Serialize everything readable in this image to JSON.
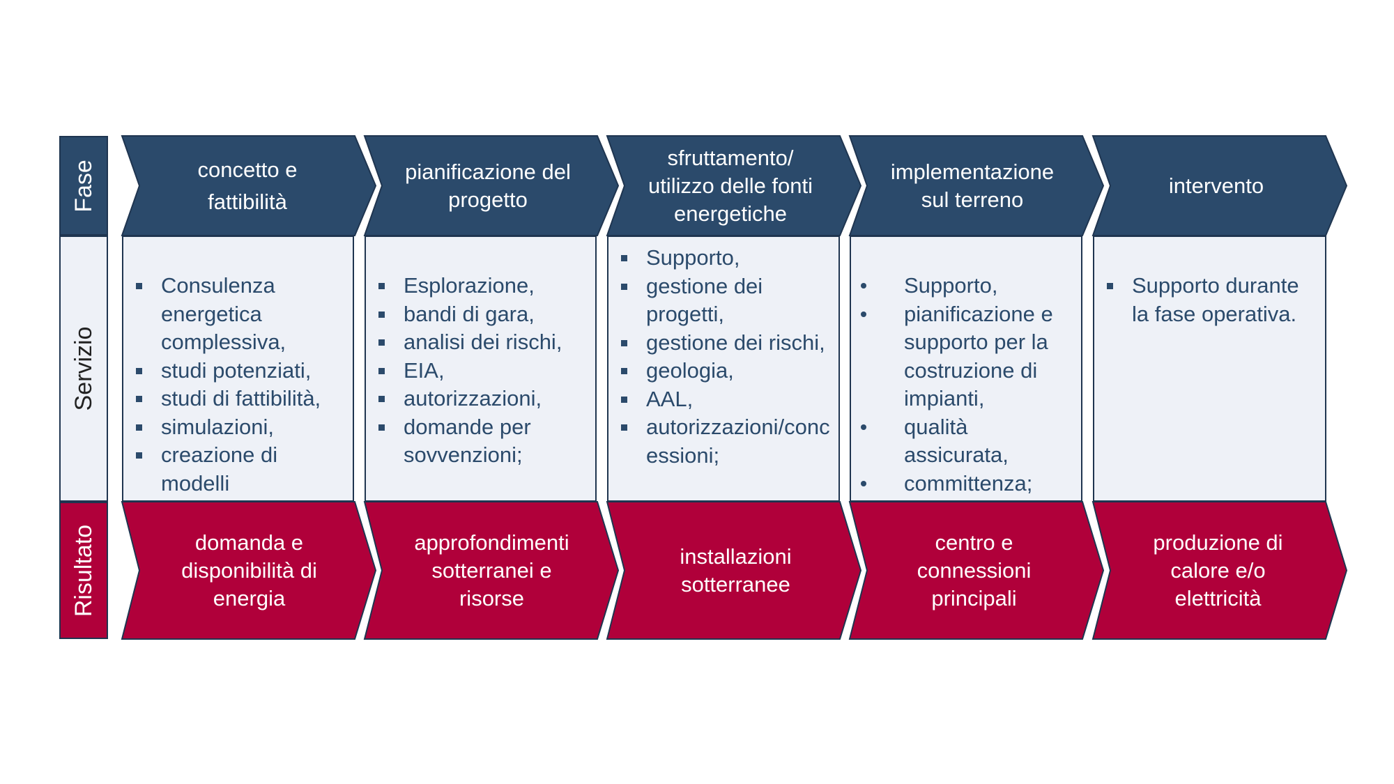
{
  "row_labels": {
    "fase": "Fase",
    "servizio": "Servizio",
    "risultato": "Risultato"
  },
  "phases": [
    {
      "fase_lines": [
        "concetto e",
        "fattibilità"
      ],
      "servizio_items": [
        "Consulenza energetica complessiva,",
        "studi potenziati,",
        "studi di fattibilità,",
        "simulazioni,",
        "creazione di modelli"
      ],
      "risultato_lines": [
        "domanda e",
        "disponibilità di",
        "energia"
      ]
    },
    {
      "fase_lines": [
        "pianificazione del",
        "progetto"
      ],
      "servizio_items": [
        "Esplorazione,",
        "bandi di gara,",
        "analisi dei rischi,",
        "EIA,",
        "autorizzazioni,",
        "domande per sovvenzioni;"
      ],
      "risultato_lines": [
        "approfondimenti",
        "sotterranei e",
        "risorse"
      ]
    },
    {
      "fase_lines": [
        "sfruttamento/",
        "utilizzo delle fonti",
        "energetiche"
      ],
      "servizio_items": [
        "Supporto,",
        "gestione dei progetti,",
        "gestione dei rischi,",
        "geologia,",
        "AAL,",
        "autorizzazioni/concessioni;"
      ],
      "risultato_lines": [
        "installazioni",
        "sotterranee"
      ]
    },
    {
      "fase_lines": [
        "implementazione",
        "sul terreno"
      ],
      "servizio_items": [
        "Supporto,",
        "pianificazione e supporto per la costruzione di impianti,",
        "qualità assicurata,",
        "committenza;"
      ],
      "risultato_lines": [
        "centro e",
        "connessioni",
        "principali"
      ]
    },
    {
      "fase_lines": [
        "intervento"
      ],
      "servizio_items": [
        "Supporto durante la fase operativa."
      ],
      "risultato_lines": [
        "produzione di",
        "calore e/o",
        "elettricità"
      ]
    }
  ],
  "colors": {
    "fase_fill": "#2b4a6b",
    "servizio_fill": "#eef1f7",
    "risultato_fill": "#b0003a",
    "border": "#1f3550"
  }
}
